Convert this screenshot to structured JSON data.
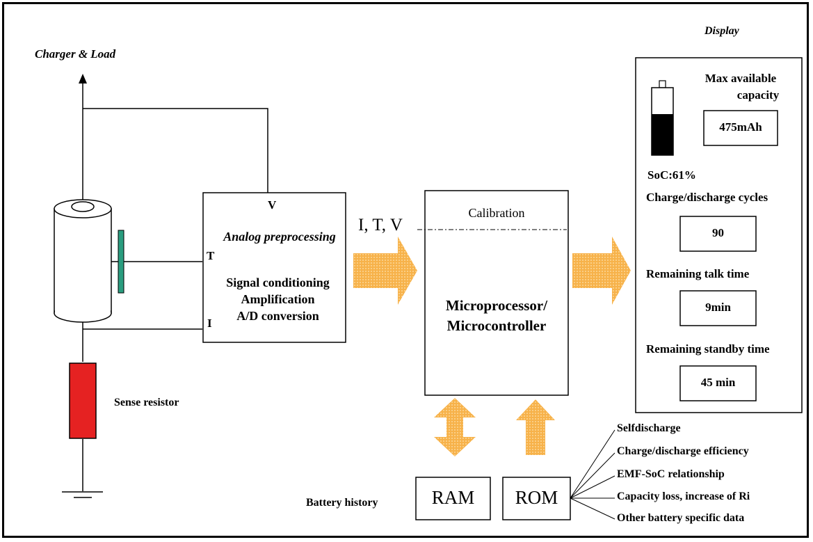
{
  "charger_label": "Charger & Load",
  "display_label": "Display",
  "sense_resistor_label": "Sense resistor",
  "analog": {
    "v_label": "V",
    "t_label": "T",
    "i_label": "I",
    "title": "Analog preprocessing",
    "line1": "Signal conditioning",
    "line2": "Amplification",
    "line3": "A/D conversion"
  },
  "itv_label": "I, T, V",
  "micro": {
    "calibration": "Calibration",
    "line1": "Microprocessor/",
    "line2": "Microcontroller"
  },
  "memory": {
    "battery_history": "Battery history",
    "ram": "RAM",
    "rom": "ROM"
  },
  "rom_items": [
    "Selfdischarge",
    "Charge/discharge efficiency",
    "EMF-SoC relationship",
    "Capacity loss, increase of Ri",
    "Other battery specific data"
  ],
  "display": {
    "max_label_1": "Max available",
    "max_label_2": "capacity",
    "max_value": "475mAh",
    "soc": "SoC:61%",
    "soc_fraction": 0.61,
    "cycles_label": "Charge/discharge cycles",
    "cycles_value": "90",
    "talk_label": "Remaining talk time",
    "talk_value": "9min",
    "standby_label": "Remaining standby time",
    "standby_value": "45 min"
  },
  "colors": {
    "arrow_fill": "#f5a623",
    "resistor": "#e52222",
    "sensor_strip": "#2a9d7f"
  }
}
